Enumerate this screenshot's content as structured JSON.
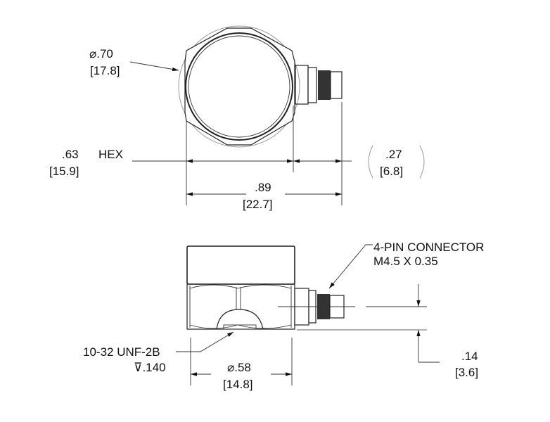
{
  "top_view": {
    "diameter_in": "⌀.70",
    "diameter_mm": "[17.8]",
    "hex_in": ".63",
    "hex_label": "HEX",
    "hex_mm": "[15.9]",
    "connector_in": ".27",
    "connector_mm": "[6.8]",
    "width_in": ".89",
    "width_mm": "[22.7]"
  },
  "side_view": {
    "connector_label": "4-PIN CONNECTOR",
    "connector_thread": "M4.5 X 0.35",
    "thread_label": "10-32 UNF-2B",
    "thread_depth": "⊽.140",
    "base_diameter_in": "⌀.58",
    "base_diameter_mm": "[14.8]",
    "offset_in": ".14",
    "offset_mm": "[3.6]"
  }
}
